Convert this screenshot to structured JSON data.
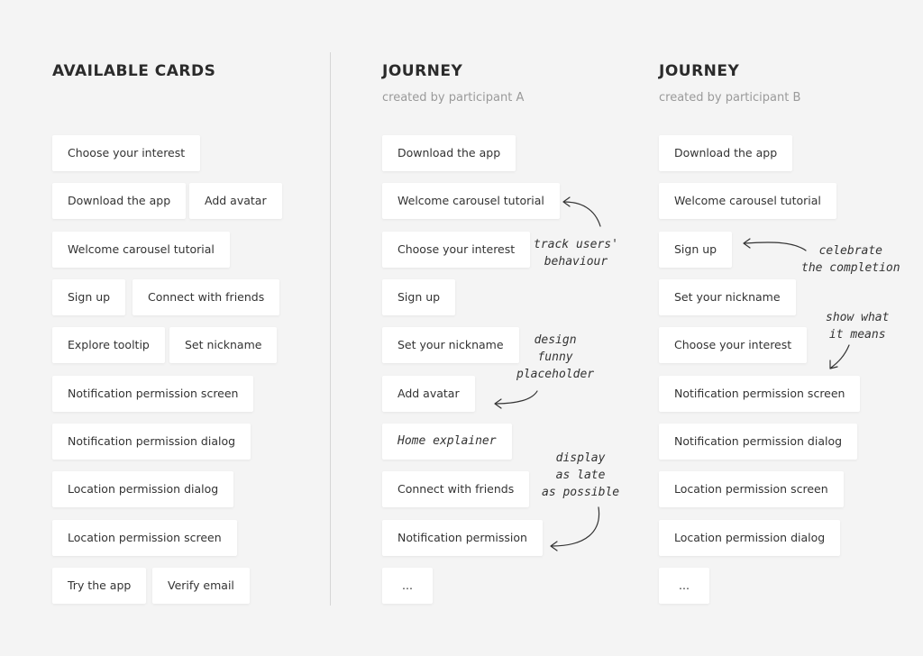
{
  "available": {
    "title": "AVAILABLE CARDS",
    "cards": [
      "Choose your interest",
      "Download the app",
      "Add avatar",
      "Welcome carousel tutorial",
      "Sign up",
      "Connect with friends",
      "Explore tooltip",
      "Set nickname",
      "Notification permission screen",
      "Notification permission dialog",
      "Location permission dialog",
      "Location permission screen",
      "Try the app",
      "Verify email"
    ]
  },
  "journey_a": {
    "title": "JOURNEY",
    "subtitle": "created by participant A",
    "cards": [
      "Download the app",
      "Welcome carousel tutorial",
      "Choose your interest",
      "Sign up",
      "Set your nickname",
      "Add avatar",
      "Home explainer",
      "Connect with friends",
      "Notification permission",
      "..."
    ],
    "notes": [
      "track users'\nbehaviour",
      "design\nfunny\nplaceholder",
      "display\nas late\nas possible"
    ]
  },
  "journey_b": {
    "title": "JOURNEY",
    "subtitle": "created by participant B",
    "cards": [
      "Download the app",
      "Welcome carousel tutorial",
      "Sign up",
      "Set your nickname",
      "Choose your interest",
      "Notification permission screen",
      "Notification permission dialog",
      "Location permission screen",
      "Location permission dialog",
      "..."
    ],
    "notes": [
      "celebrate\nthe completion",
      "show what\nit means"
    ]
  }
}
